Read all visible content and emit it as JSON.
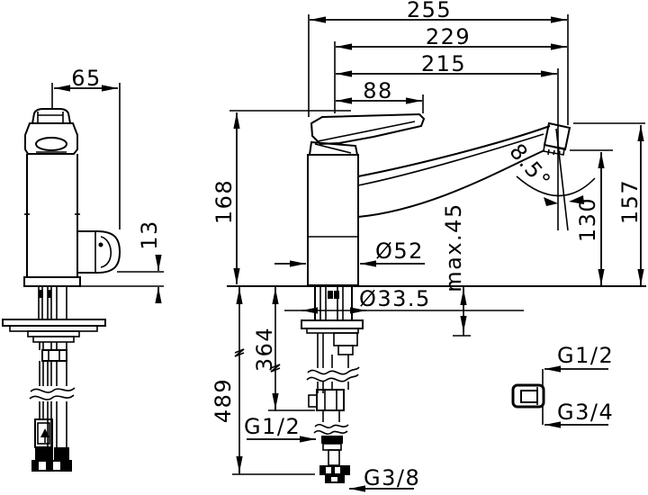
{
  "drawing": {
    "type": "faucet-dimension-drawing",
    "background": "#ffffff",
    "line_color": "#000000"
  },
  "dims": {
    "front_width": "65",
    "spout_to_base": "13",
    "total_reach": "255",
    "reach_to_tip": "229",
    "reach_to_outlet": "215",
    "lever_reach": "88",
    "body_height": "168",
    "spout_angle": "8.5°",
    "outlet_height": "130",
    "spout_tip_height": "157",
    "body_diameter": "Ø52",
    "max_deck_thickness": "max.45",
    "hole_diameter": "Ø33.5",
    "shank_length": "364",
    "hose_length": "489",
    "supply_thread": "G1/2",
    "hose_thread": "G3/8",
    "adapter_thread_top": "G1/2",
    "adapter_thread_bottom": "G3/4"
  }
}
